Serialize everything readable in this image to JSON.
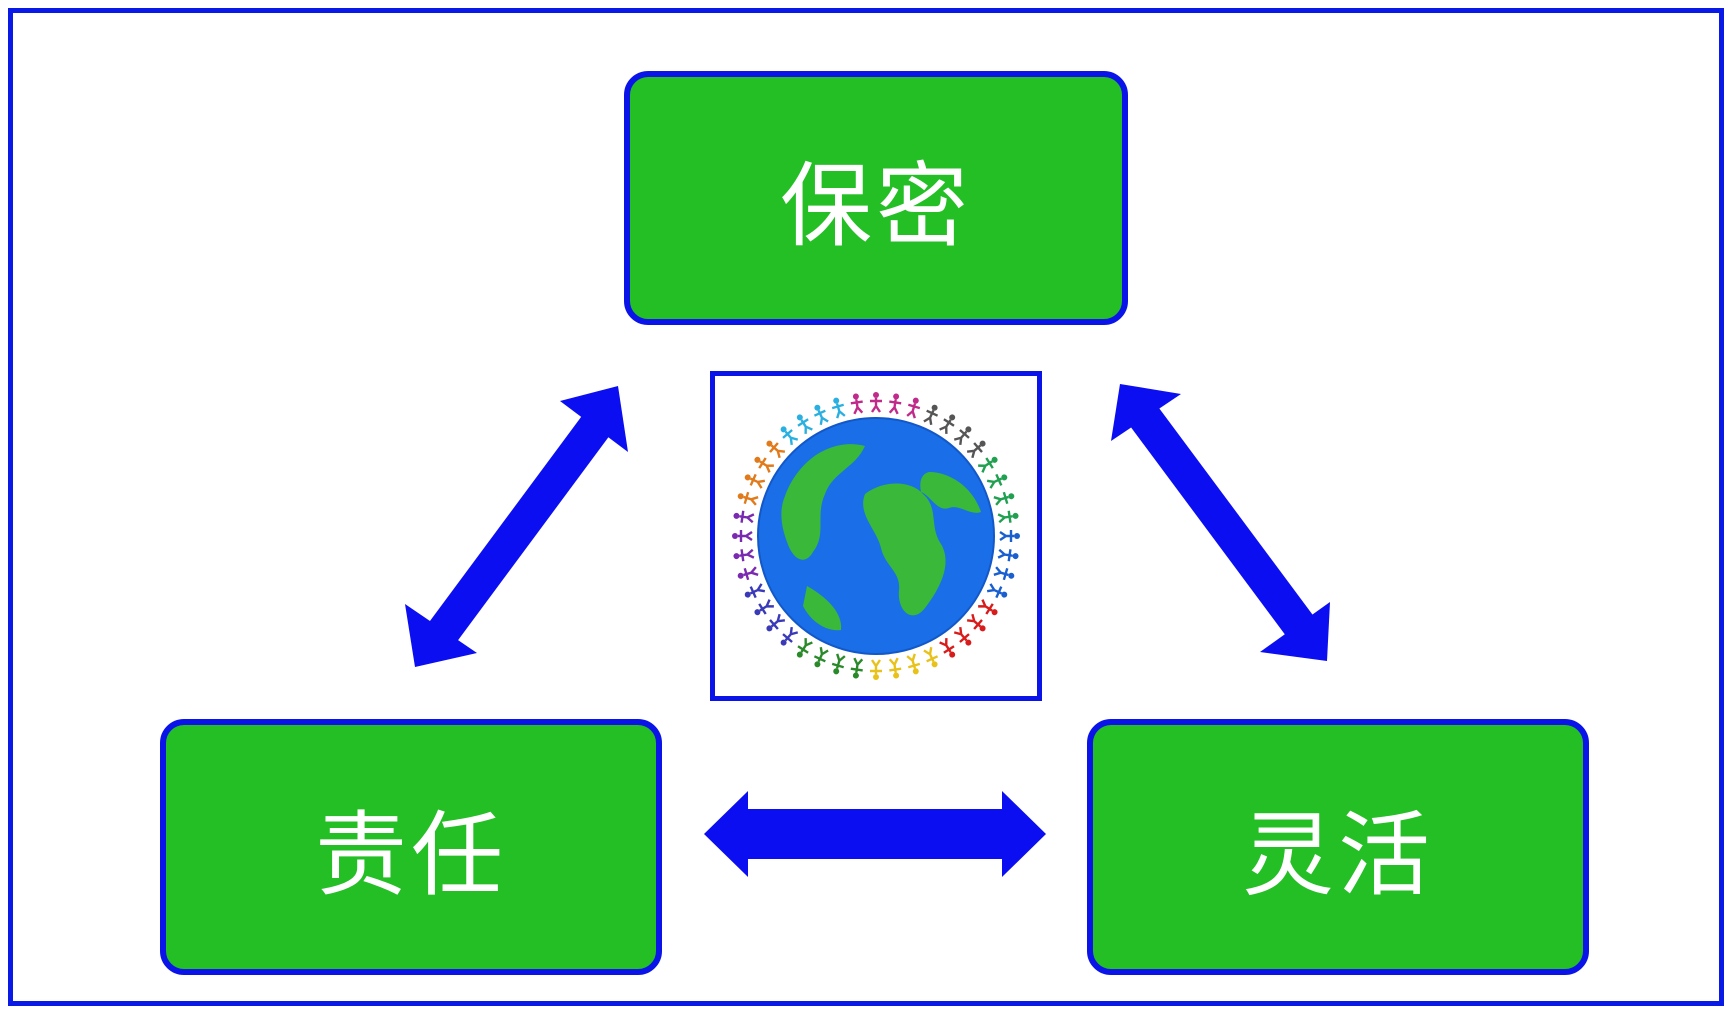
{
  "diagram": {
    "nodes": {
      "top": "保密",
      "left": "责任",
      "right": "灵活"
    },
    "center_image": "globe-with-people-icon",
    "colors": {
      "node_fill": "#23bf25",
      "node_border": "#0b14e8",
      "arrow": "#0b0ef0",
      "frame_border": "#0a1ae6",
      "ocean": "#1a6ee8",
      "land": "#39b83a"
    }
  }
}
